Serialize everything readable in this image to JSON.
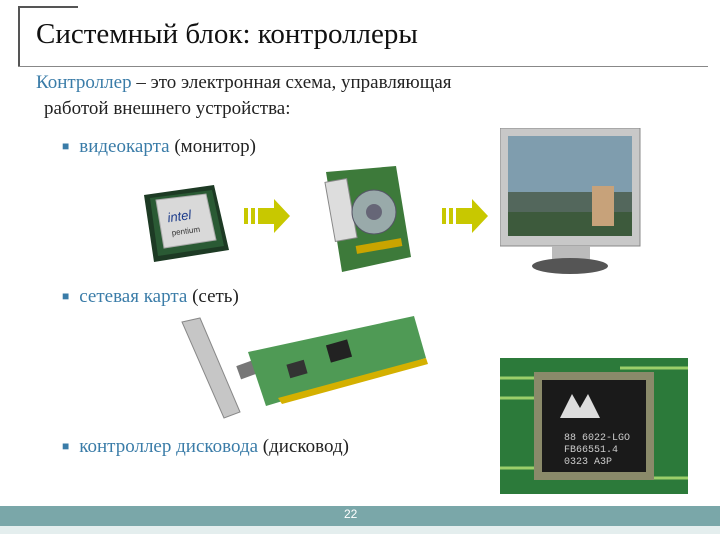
{
  "slide": {
    "title": "Системный блок: контроллеры",
    "intro_term": "Контроллер",
    "intro_rest": " – это электронная схема, управляющая",
    "intro_line2": "работой внешнего устройства:",
    "bullets": [
      {
        "term": "видеокарта",
        "rest": " (монитор)"
      },
      {
        "term": "сетевая карта",
        "rest": " (сеть)"
      },
      {
        "term": "контроллер дисковода",
        "rest": " (дисковод)"
      }
    ],
    "page_number": "22"
  },
  "images": {
    "cpu": {
      "brand": "intel",
      "model": "pentium"
    },
    "controller_chip": {
      "line1": "88 6022-LGO",
      "line2": "FB66551.4",
      "line3": "0323 A3P"
    }
  },
  "colors": {
    "accent": "#3a7ca8",
    "arrow": "#c8c800",
    "footer": "#7aa7a9"
  }
}
